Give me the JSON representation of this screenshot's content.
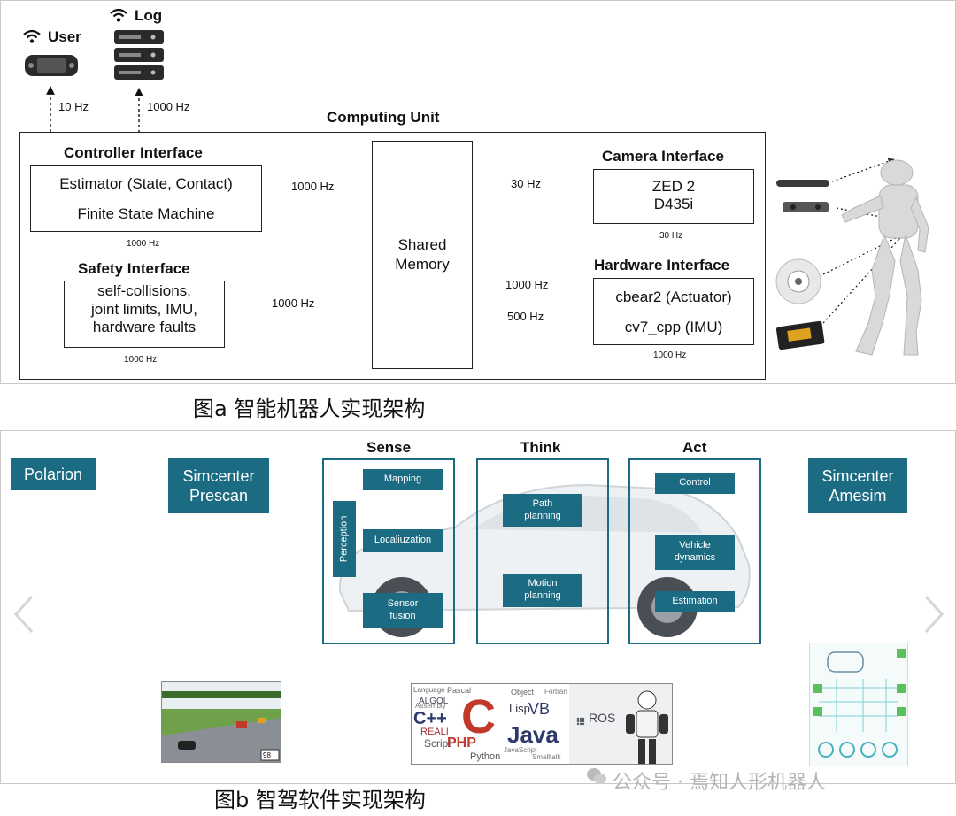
{
  "figure_a": {
    "user_label": "User",
    "log_label": "Log",
    "user_rate": "10 Hz",
    "log_rate": "1000 Hz",
    "computing_unit_title": "Computing Unit",
    "controller": {
      "title": "Controller Interface",
      "line1": "Estimator (State, Contact)",
      "line2": "Finite State Machine",
      "rate_below": "1000 Hz",
      "link_rate": "1000 Hz"
    },
    "safety": {
      "title": "Safety Interface",
      "line1": "self-collisions,",
      "line2": "joint limits, IMU,",
      "line3": "hardware faults",
      "rate_below": "1000 Hz",
      "link_rate": "1000 Hz"
    },
    "shared_memory": {
      "line1": "Shared",
      "line2": "Memory"
    },
    "camera": {
      "title": "Camera Interface",
      "line1": "ZED 2",
      "line2": "D435i",
      "rate_below": "30 Hz",
      "link_rate": "30 Hz"
    },
    "hardware": {
      "title": "Hardware Interface",
      "line1": "cbear2 (Actuator)",
      "line2": "cv7_cpp (IMU)",
      "rate_below": "1000 Hz",
      "link_rate_top": "1000 Hz",
      "link_rate_bottom": "500 Hz"
    },
    "caption": "图a  智能机器人实现架构"
  },
  "figure_b": {
    "polarion": "Polarion",
    "prescan_line1": "Simcenter",
    "prescan_line2": "Prescan",
    "amesim_line1": "Simcenter",
    "amesim_line2": "Amesim",
    "sense_header": "Sense",
    "think_header": "Think",
    "act_header": "Act",
    "sense_items": {
      "mapping": "Mapping",
      "perception": "Perception",
      "localization": "Localiuzation",
      "sensor_fusion_line1": "Sensor",
      "sensor_fusion_line2": "fusion"
    },
    "think_items": {
      "path_line1": "Path",
      "path_line2": "planning",
      "motion_line1": "Motion",
      "motion_line2": "planning"
    },
    "act_items": {
      "control": "Control",
      "vehicle_line1": "Vehicle",
      "vehicle_line2": "dynamics",
      "estimation": "Estimation"
    },
    "languages_cloud": [
      "C++",
      "C",
      "Java",
      "PHP",
      "Python",
      "Script",
      "ALGOL",
      "Lisp",
      "VB",
      "REALI",
      "Pascal",
      "Language",
      "Object",
      "Assembly",
      "JavaScript",
      "Smalltalk",
      "Fortran"
    ],
    "ros_label": "ROS",
    "prescan_score": "98",
    "caption": "图b  智驾软件实现架构",
    "watermark": "公众号 · 焉知人形机器人"
  }
}
